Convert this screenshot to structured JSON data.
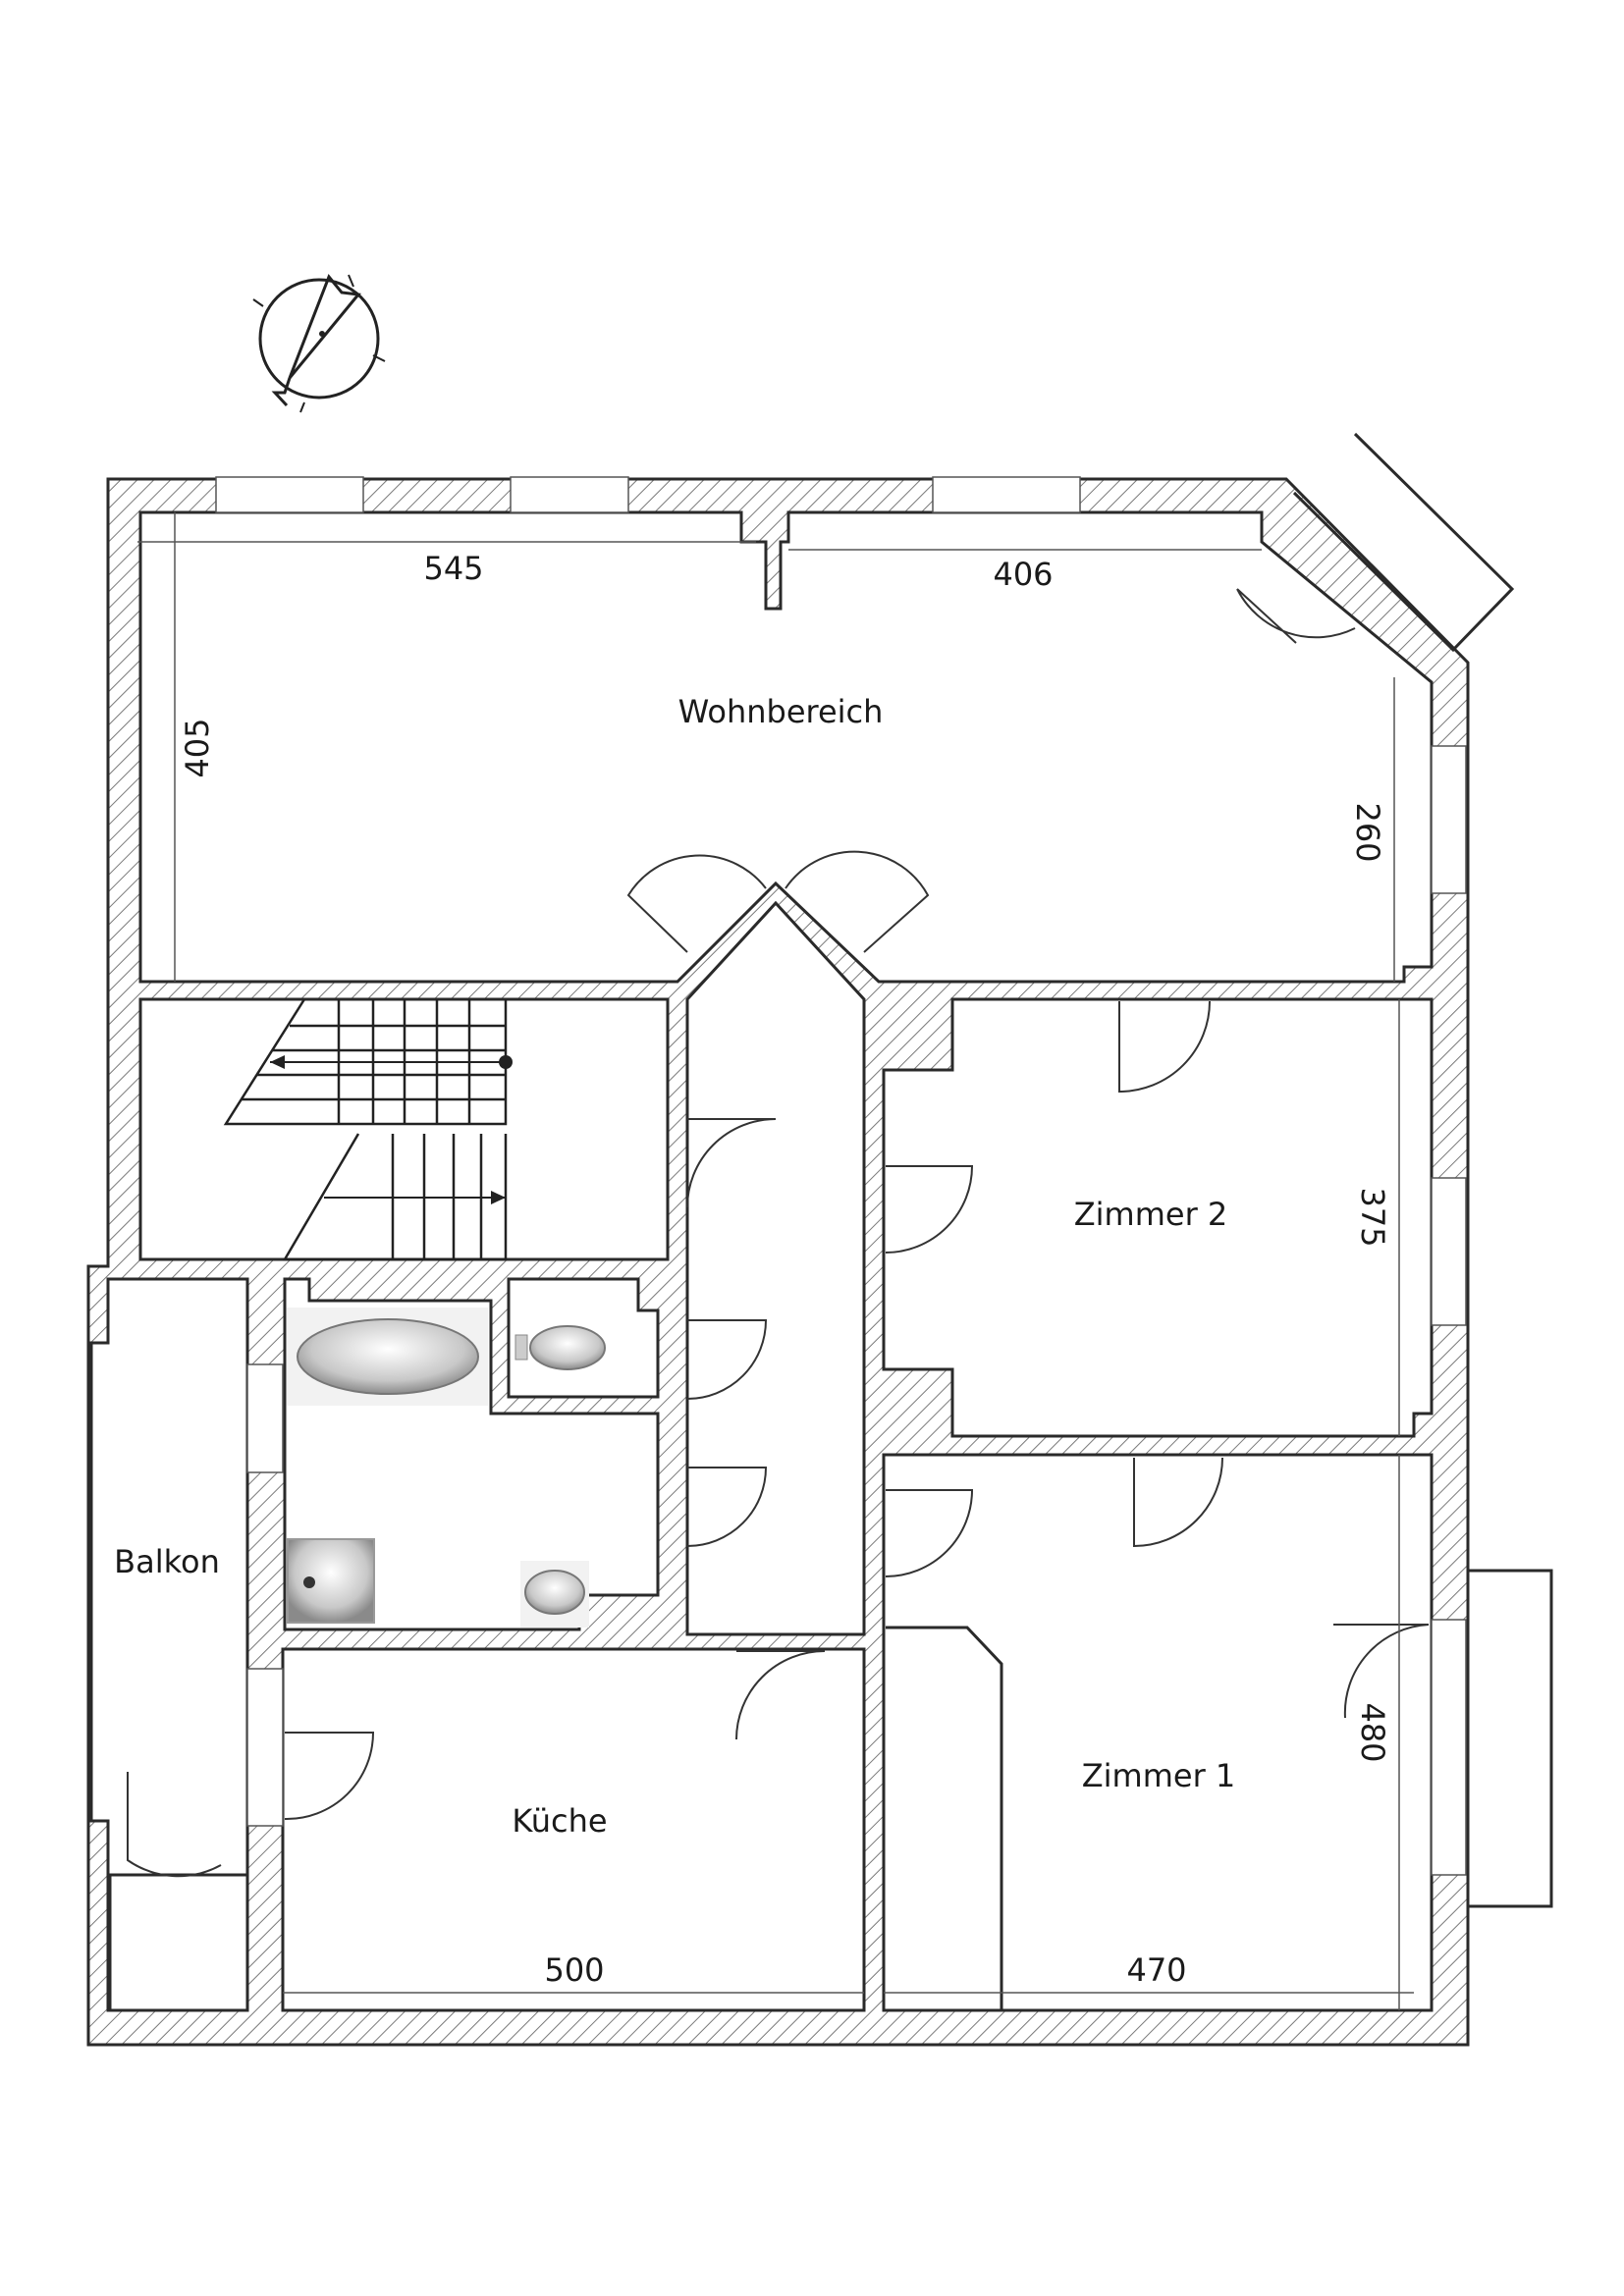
{
  "rooms": {
    "wohnbereich": "Wohnbereich",
    "zimmer2": "Zimmer 2",
    "zimmer1": "Zimmer 1",
    "balkon": "Balkon",
    "kueche": "Küche"
  },
  "dimensions": {
    "wohn_width_left": "545",
    "wohn_width_right": "406",
    "wohn_depth": "405",
    "wohn_right_wall": "260",
    "zimmer2_depth": "375",
    "zimmer1_depth": "480",
    "kueche_width": "500",
    "zimmer1_width": "470"
  },
  "icons": {
    "compass": "north-arrow-icon",
    "bathtub": "bathtub-icon",
    "toilet": "toilet-icon",
    "shower": "shower-tray-icon",
    "sink": "washbasin-icon"
  },
  "colors": {
    "wall": "#2a2a2a",
    "hatch": "#7a7a7a",
    "background": "#ffffff"
  }
}
